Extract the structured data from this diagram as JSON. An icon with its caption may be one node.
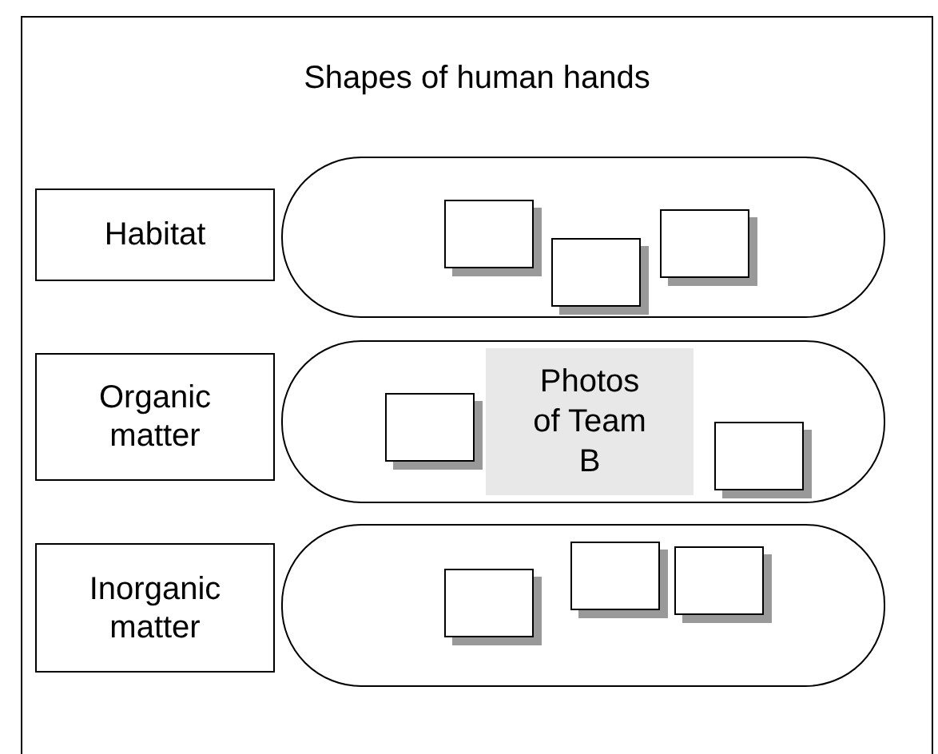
{
  "diagram": {
    "title": "Shapes of human hands",
    "nodes": [
      {
        "text": [],
        "shape": "bar"
      },
      {
        "text": [
          "Habitat"
        ]
      },
      {
        "text": [],
        "shape": "box",
        "in": 0
      },
      {
        "text": [],
        "shape": "box",
        "in": 0
      },
      {
        "text": [],
        "shape": "box",
        "in": 0
      },
      {
        "text": [],
        "shape": "bar"
      },
      {
        "text": [
          "Organic matter"
        ]
      },
      {
        "text": [],
        "shape": "box",
        "in": 5
      },
      {
        "text": [
          "Photos of Team B"
        ],
        "in": 5
      },
      {
        "text": [],
        "shape": "box",
        "in": 5
      },
      {
        "text": [],
        "shape": "bar"
      },
      {
        "text": [
          "Inorganic matter"
        ]
      },
      {
        "text": [],
        "shape": "box",
        "in": 10
      },
      {
        "text": [],
        "shape": "box",
        "in": 10
      },
      {
        "text": [],
        "shape": "box",
        "in": 10
      }
    ],
    "edges": []
  }
}
